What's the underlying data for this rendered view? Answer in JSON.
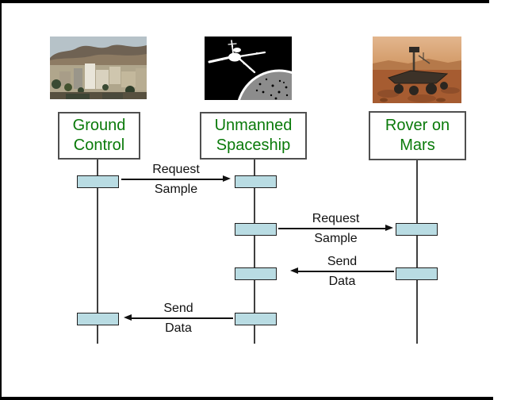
{
  "diagram": {
    "type": "sequence-diagram",
    "actors": [
      {
        "id": "ground-control",
        "line1": "Ground",
        "line2": "Control",
        "photo": "aerial-city-photo"
      },
      {
        "id": "unmanned-spaceship",
        "line1": "Unmanned",
        "line2": "Spaceship",
        "photo": "spacecraft-over-planet-photo"
      },
      {
        "id": "rover-on-mars",
        "line1": "Rover on",
        "line2": "Mars",
        "photo": "mars-rover-photo"
      }
    ],
    "messages": [
      {
        "from": "Ground Control",
        "to": "Unmanned Spaceship",
        "direction": "right",
        "line1": "Request",
        "line2": "Sample"
      },
      {
        "from": "Unmanned Spaceship",
        "to": "Rover on Mars",
        "direction": "right",
        "line1": "Request",
        "line2": "Sample"
      },
      {
        "from": "Rover on Mars",
        "to": "Unmanned Spaceship",
        "direction": "left",
        "line1": "Send",
        "line2": "Data"
      },
      {
        "from": "Unmanned Spaceship",
        "to": "Ground Control",
        "direction": "left",
        "line1": "Send",
        "line2": "Data"
      }
    ],
    "colors": {
      "actor_text": "#0a7a0a",
      "actor_border": "#4f4f4f",
      "lifeline": "#3f3f3f",
      "activation_fill": "#b9dce3",
      "arrow": "#111111",
      "frame": "#000000"
    }
  }
}
